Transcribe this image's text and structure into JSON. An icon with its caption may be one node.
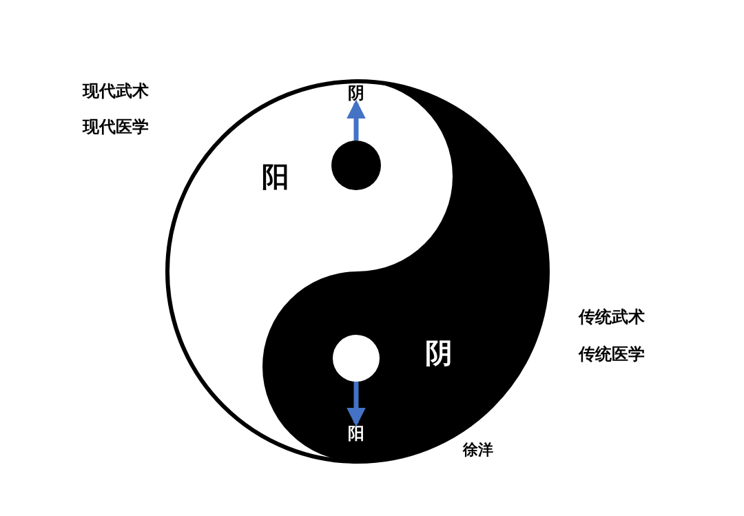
{
  "diagram": {
    "nodes": [
      {
        "text": [
          "阴"
        ]
      },
      {
        "text": [],
        "shape": "circle"
      },
      {
        "text": [],
        "shape": "circle"
      },
      {
        "text": [
          "阳"
        ]
      }
    ],
    "edges": [
      {
        "from": 1,
        "to": 0,
        "arrow": "to"
      },
      {
        "from": 2,
        "to": 3,
        "arrow": "to"
      }
    ],
    "labels": [
      "现代武术",
      "现代医学",
      "阳",
      "传统武术",
      "阴",
      "传统医学",
      "徐洋"
    ]
  }
}
